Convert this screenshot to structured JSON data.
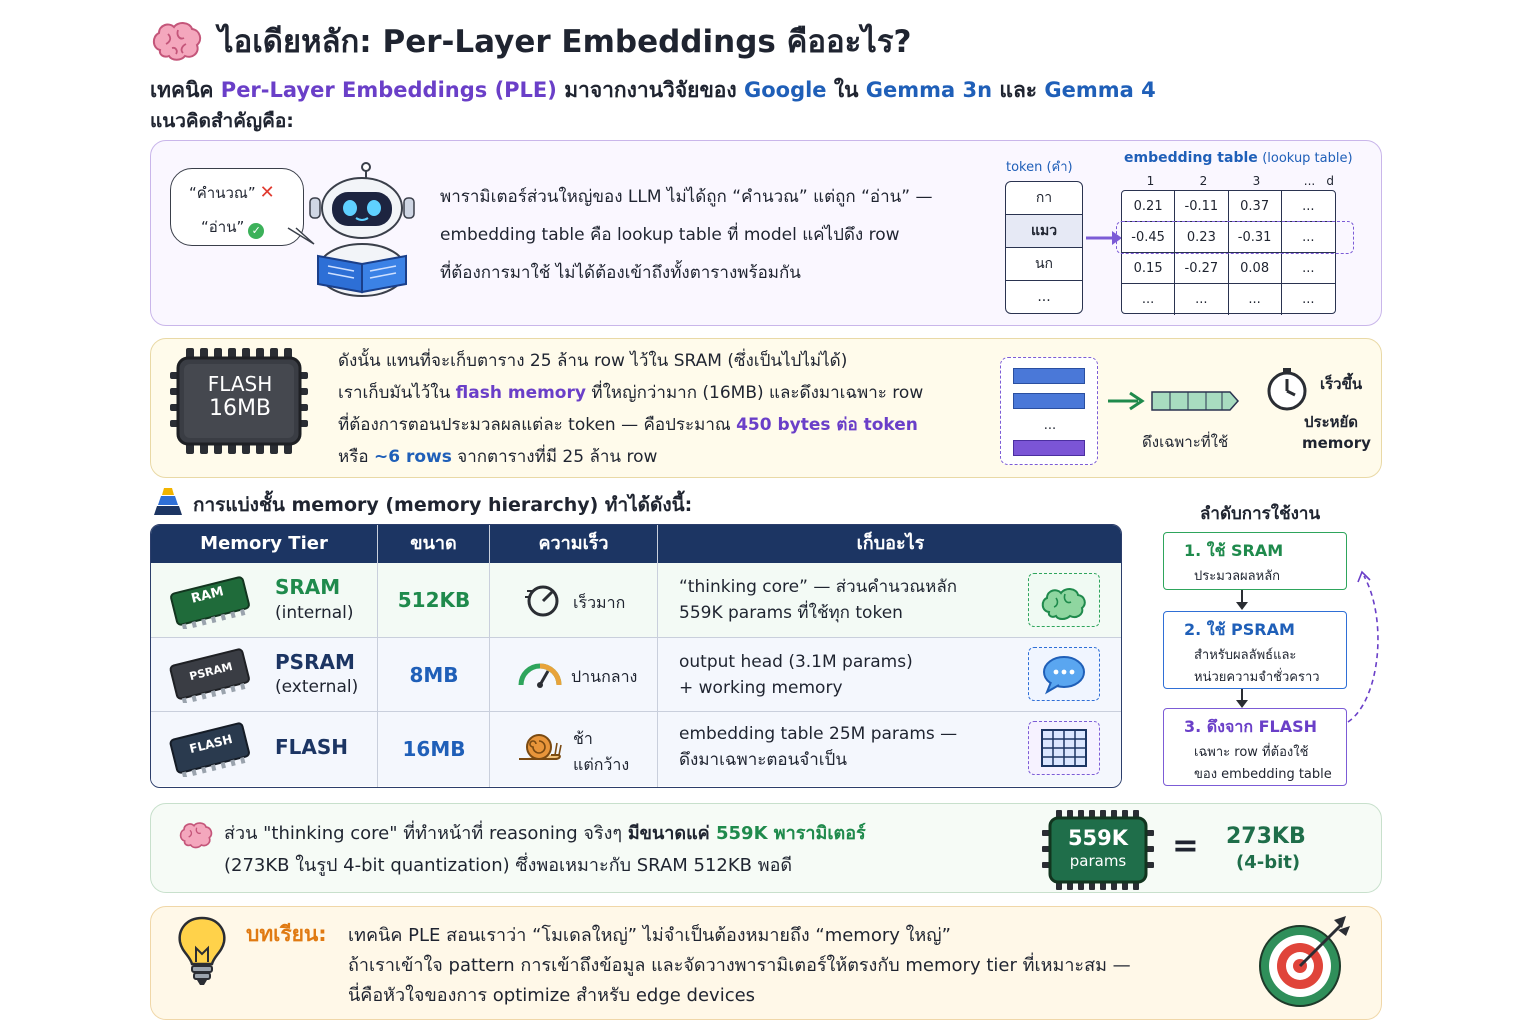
{
  "header": {
    "title": "ไอเดียหลัก: Per-Layer Embeddings คืออะไร?",
    "subtitle_pre": "เทคนิค ",
    "subtitle_ple": "Per-Layer Embeddings (PLE)",
    "subtitle_mid": " มาจากงานวิจัยของ ",
    "subtitle_google": "Google",
    "subtitle_in": " ใน ",
    "subtitle_g3n": "Gemma 3n",
    "subtitle_and": " และ ",
    "subtitle_g4": "Gemma 4",
    "subtitle2": "แนวคิดสำคัญคือ:"
  },
  "panel1": {
    "bubble_compute": "“คำนวณ”",
    "bubble_read": "“อ่าน”",
    "lines": [
      "พารามิเตอร์ส่วนใหญ่ของ LLM ไม่ได้ถูก “คำนวณ” แต่ถูก “อ่าน” —",
      "embedding table คือ lookup table ที่ model แค่ไปดึง row",
      "ที่ต้องการมาใช้ ไม่ได้ต้องเข้าถึงทั้งตารางพร้อมกัน"
    ],
    "token_header": "token (คำ)",
    "tokens": [
      "กา",
      "แมว",
      "นก",
      "..."
    ],
    "embedding_header": "embedding table",
    "embedding_header_note": "(lookup table)",
    "columns": [
      "1",
      "2",
      "3",
      "...",
      "d"
    ],
    "rows": [
      [
        "0.21",
        "-0.11",
        "0.37",
        "..."
      ],
      [
        "-0.45",
        "0.23",
        "-0.31",
        "..."
      ],
      [
        "0.15",
        "-0.27",
        "0.08",
        "..."
      ],
      [
        "...",
        "...",
        "...",
        "..."
      ]
    ]
  },
  "panel2": {
    "chip_line1": "FLASH",
    "chip_line2": "16MB",
    "line1": "ดังนั้น แทนที่จะเก็บตาราง 25 ล้าน row ไว้ใน SRAM (ซึ่งเป็นไปไม่ได้)",
    "line2_pre": "เราเก็บมันไว้ใน ",
    "line2_flash": "flash memory",
    "line2_post": " ที่ใหญ่กว่ามาก (16MB) และดึงมาเฉพาะ row",
    "line3_pre": "ที่ต้องการตอนประมวลผลแต่ละ token — คือประมาณ ",
    "line3_bytes": "450 bytes ต่อ token",
    "line4_pre": "หรือ ",
    "line4_rows": "~6 rows",
    "line4_post": " จากตารางที่มี 25 ล้าน row",
    "stack_dots": "...",
    "fetch_label": "ดึงเฉพาะที่ใช้",
    "faster": "เร็วขึ้น",
    "saves1": "ประหยัด",
    "saves2": "memory"
  },
  "hierarchy": {
    "title": "การแบ่งชั้น memory (memory hierarchy) ทำได้ดังนี้:",
    "headers": [
      "Memory Tier",
      "ขนาด",
      "ความเร็ว",
      "เก็บอะไร"
    ],
    "rows": [
      {
        "chip": "RAM",
        "name": "SRAM",
        "sub": "(internal)",
        "size": "512KB",
        "speed1": "เร็วมาก",
        "speed2": "",
        "what1": "“thinking core” — ส่วนคำนวณหลัก",
        "what2": "559K params ที่ใช้ทุก token"
      },
      {
        "chip": "PSRAM",
        "name": "PSRAM",
        "sub": "(external)",
        "size": "8MB",
        "speed1": "ปานกลาง",
        "speed2": "",
        "what1": "output head (3.1M params)",
        "what2": "+ working memory"
      },
      {
        "chip": "FLASH",
        "name": "FLASH",
        "sub": "",
        "size": "16MB",
        "speed1": "ช้า",
        "speed2": "แต่กว้าง",
        "what1": "embedding table 25M params —",
        "what2": "ดึงมาเฉพาะตอนจำเป็น"
      }
    ],
    "colors": {
      "sram": "#1f8a4c",
      "psram": "#1c3563",
      "flash": "#1f5fb8"
    }
  },
  "order": {
    "title": "ลำดับการใช้งาน",
    "steps": [
      {
        "head": "1. ใช้ SRAM",
        "sub1": "ประมวลผลหลัก",
        "sub2": ""
      },
      {
        "head": "2. ใช้ PSRAM",
        "sub1": "สำหรับผลลัพธ์และ",
        "sub2": "หน่วยความจำชั่วคราว"
      },
      {
        "head": "3. ดึงจาก FLASH",
        "sub1": "เฉพาะ row ที่ต้องใช้",
        "sub2": "ของ embedding table"
      }
    ]
  },
  "panel3": {
    "line1_pre": "ส่วน \"thinking core\" ที่ทำหน้าที่ reasoning จริงๆ ",
    "line1_bold": "มีขนาดแค่ ",
    "line1_num": "559K พารามิเตอร์",
    "line2": "(273KB ในรูป 4-bit quantization) ซึ่งพอเหมาะกับ SRAM 512KB พอดี",
    "chip_line1": "559K",
    "chip_line2": "params",
    "equals": "=",
    "result1": "273KB",
    "result2": "(4-bit)"
  },
  "panel4": {
    "label": "บทเรียน:",
    "lines": [
      "เทคนิค PLE สอนเราว่า “โมเดลใหญ่” ไม่จำเป็นต้องหมายถึง “memory ใหญ่”",
      "ถ้าเราเข้าใจ pattern การเข้าถึงข้อมูล และจัดวางพารามิเตอร์ให้ตรงกับ memory tier ที่เหมาะสม —",
      "นี่คือหัวใจของการ optimize สำหรับ edge devices"
    ]
  }
}
